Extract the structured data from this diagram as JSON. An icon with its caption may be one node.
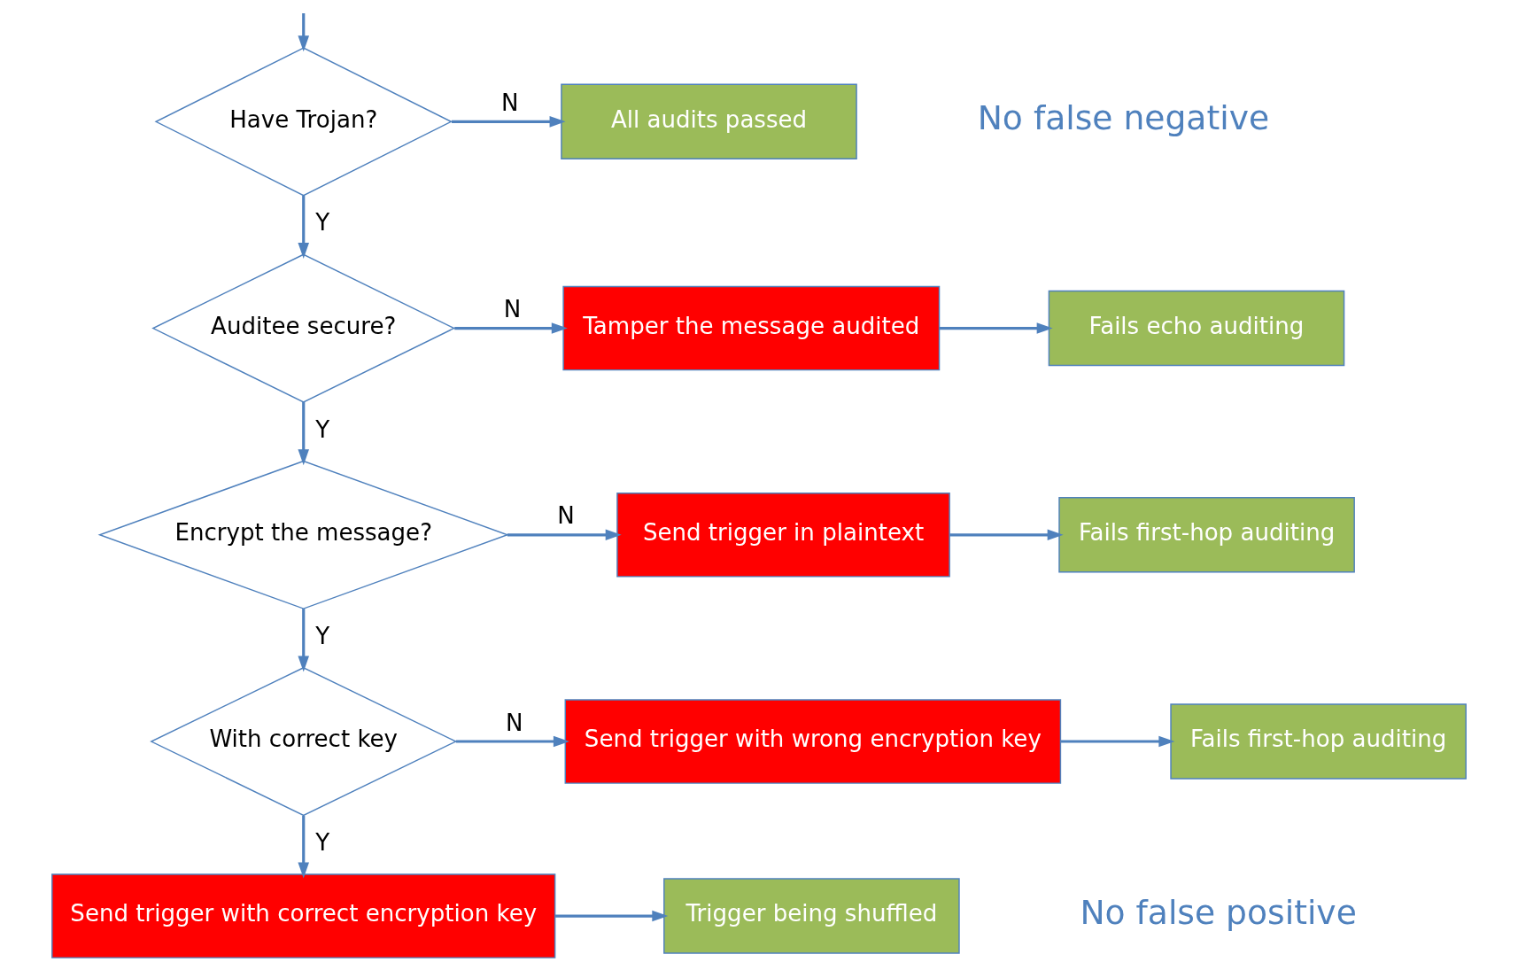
{
  "diagram": {
    "nodes": [
      {
        "text": [
          "Have Trojan?"
        ]
      },
      {
        "text": [
          "All audits passed"
        ]
      },
      {
        "text": [
          "Auditee secure?"
        ]
      },
      {
        "text": [
          "Tamper the message audited"
        ]
      },
      {
        "text": [
          "Fails echo auditing"
        ]
      },
      {
        "text": [
          "Encrypt the message?"
        ]
      },
      {
        "text": [
          "Send trigger in plaintext"
        ]
      },
      {
        "text": [
          "Fails first-hop auditing"
        ]
      },
      {
        "text": [
          "With correct key"
        ]
      },
      {
        "text": [
          "Send trigger with wrong encryption key"
        ]
      },
      {
        "text": [
          "Fails first-hop auditing"
        ]
      },
      {
        "text": [
          "Send trigger with correct encryption key"
        ]
      },
      {
        "text": [
          "Trigger being shuffled"
        ]
      }
    ],
    "edges": [
      {
        "from": null,
        "to": 0,
        "arrow": "to"
      },
      {
        "from": 0,
        "to": 1,
        "arrow": "to",
        "label": "N"
      },
      {
        "from": 0,
        "to": 2,
        "arrow": "to",
        "label": "Y"
      },
      {
        "from": 2,
        "to": 3,
        "arrow": "to",
        "label": "N"
      },
      {
        "from": 3,
        "to": 4,
        "arrow": "to"
      },
      {
        "from": 2,
        "to": 5,
        "arrow": "to",
        "label": "Y"
      },
      {
        "from": 5,
        "to": 6,
        "arrow": "to",
        "label": "N"
      },
      {
        "from": 6,
        "to": 7,
        "arrow": "to"
      },
      {
        "from": 5,
        "to": 8,
        "arrow": "to",
        "label": "Y"
      },
      {
        "from": 8,
        "to": 9,
        "arrow": "to",
        "label": "N"
      },
      {
        "from": 9,
        "to": 10,
        "arrow": "to"
      },
      {
        "from": 8,
        "to": 11,
        "arrow": "to",
        "label": "Y"
      },
      {
        "from": 11,
        "to": 12,
        "arrow": "to"
      }
    ],
    "labels": [
      "No false negative",
      "No false positive"
    ]
  }
}
